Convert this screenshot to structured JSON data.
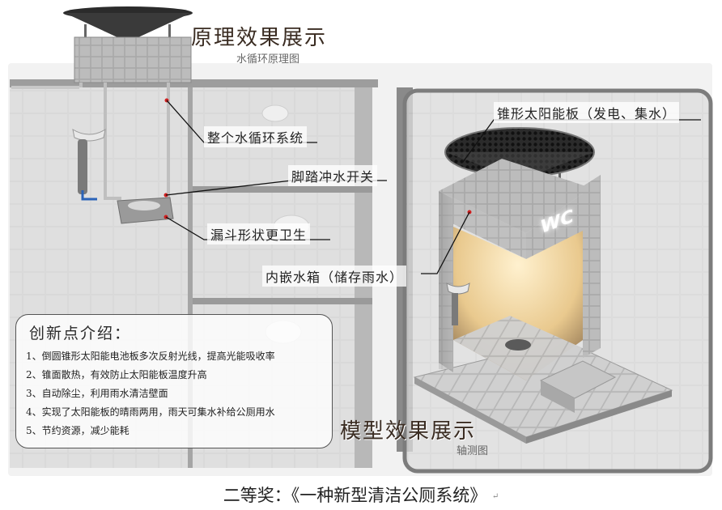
{
  "principle": {
    "title": "原理效果展示",
    "subtitle": "水循环原理图"
  },
  "model": {
    "title": "模型效果展示",
    "subtitle": "轴测图",
    "wc_sign": "WC"
  },
  "callouts": {
    "cycle": "整个水循环系统",
    "pedal": "脚踏冲水开关",
    "funnel": "漏斗形状更卫生",
    "tank": "内嵌水箱（储存雨水）",
    "solar": "锥形太阳能板（发电、集水）"
  },
  "innovation": {
    "title": "创新点介绍：",
    "items": [
      "1、倒圆锥形太阳能电池板多次反射光线，提高光能吸收率",
      "2、锥面散热，有效防止太阳能板温度升高",
      "3、自动除尘，利用雨水清洁壁面",
      "4、实现了太阳能板的晴雨两用，雨天可集水补给公厕用水",
      "5、节约资源，减少能耗"
    ]
  },
  "caption": {
    "text": "二等奖：《一种新型清洁公厕系统》",
    "mark": "↵"
  },
  "colors": {
    "title": "#3a2c22",
    "panel_dark": "#2b2b2b",
    "tile_gray": "#c9c9c9",
    "warm_light": "#f3d7a4",
    "red_dot": "#d02020",
    "pipe_blue": "#2a63b8"
  }
}
